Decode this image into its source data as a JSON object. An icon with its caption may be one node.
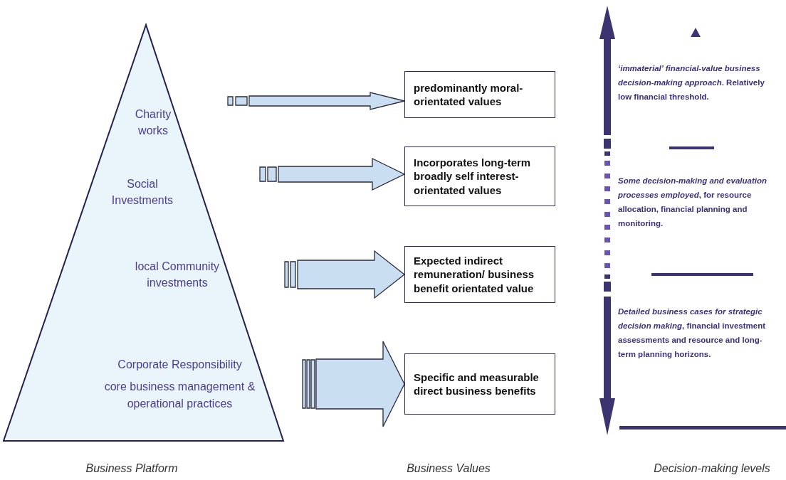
{
  "diagram": {
    "nodes": [
      {
        "text": [],
        "shape": "triangle"
      },
      {
        "text": [
          "Charity works"
        ],
        "in": 0
      },
      {
        "text": [
          "Social Investments"
        ],
        "in": 0
      },
      {
        "text": [
          "local Community investments"
        ],
        "in": 0
      },
      {
        "text": [
          "Corporate Responsibility",
          "core business management & operational practices"
        ],
        "in": 0
      },
      {
        "text": [
          "predominantly moral-orientated values"
        ]
      },
      {
        "text": [
          "Incorporates long-term broadly self interest-orientated values"
        ]
      },
      {
        "text": [
          "Expected indirect remuneration/ business benefit orientated value"
        ]
      },
      {
        "text": [
          "Specific and measurable direct business benefits"
        ]
      }
    ],
    "edges": [
      {
        "from": 1,
        "to": 5,
        "arrow": "to"
      },
      {
        "from": 2,
        "to": 6,
        "arrow": "to"
      },
      {
        "from": 3,
        "to": 7,
        "arrow": "to"
      },
      {
        "from": 4,
        "to": 8,
        "arrow": "to"
      }
    ],
    "labels": [
      "*‘immaterial’ financial-value business decision-making approach*. Relatively low financial threshold.",
      "*Some decision-making and evaluation processes employed*, for resource allocation, financial planning and monitoring.",
      "*Detailed business cases for strategic decision making*, financial investment assessments and resource and long-term planning horizons.",
      "Business Platform",
      "Business Values",
      "Decision-making levels"
    ]
  }
}
